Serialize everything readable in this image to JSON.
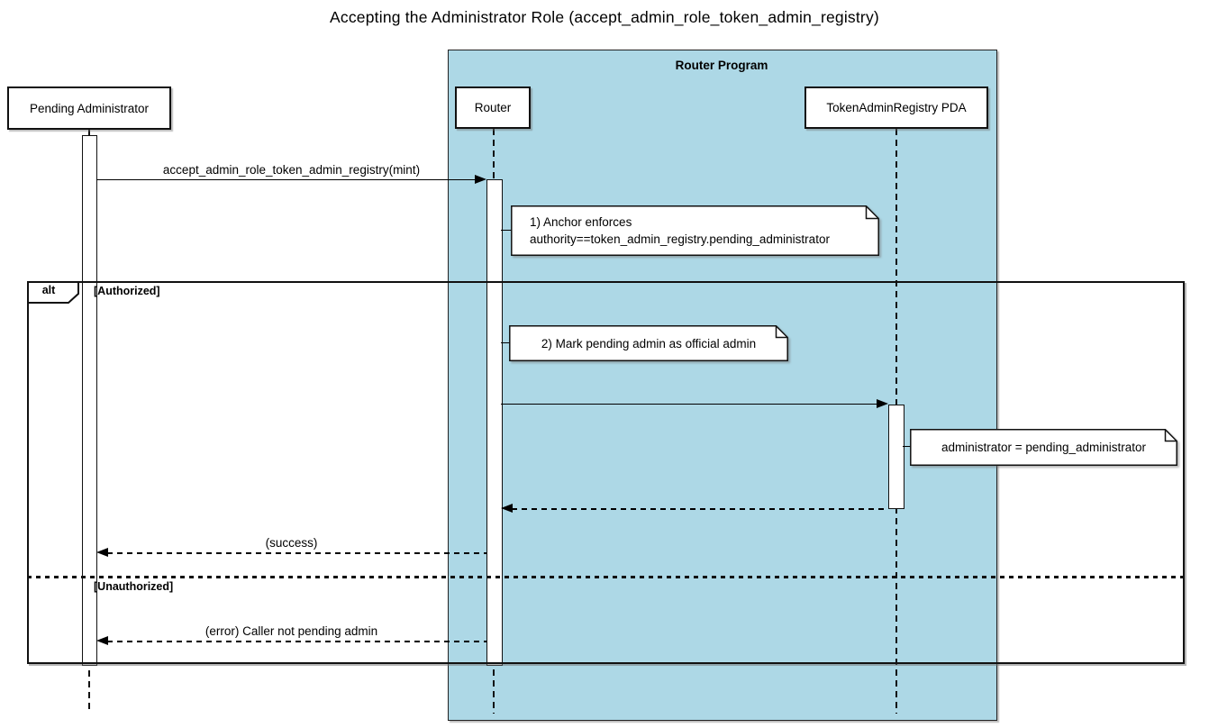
{
  "title": "Accepting the Administrator Role (accept_admin_role_token_admin_registry)",
  "program_box": {
    "label": "Router Program"
  },
  "participants": {
    "pending_admin": "Pending Administrator",
    "router": "Router",
    "token_admin_registry": "TokenAdminRegistry PDA"
  },
  "alt_frame": {
    "operator": "alt",
    "guard_authorized": "[Authorized]",
    "guard_unauthorized": "[Unauthorized]"
  },
  "messages": {
    "call": "accept_admin_role_token_admin_registry(mint)",
    "success": "(success)",
    "error": "(error) Caller not pending admin"
  },
  "notes": {
    "anchor_enforces_line1": "1) Anchor enforces",
    "anchor_enforces_line2": "authority==token_admin_registry.pending_administrator",
    "mark_admin": "2) Mark pending admin as official admin",
    "assign_admin": "administrator = pending_administrator"
  },
  "colors": {
    "program_fill": "#ADD8E6",
    "line": "#000000",
    "note_fill": "#FFFFFF",
    "background": "#FFFFFF"
  }
}
